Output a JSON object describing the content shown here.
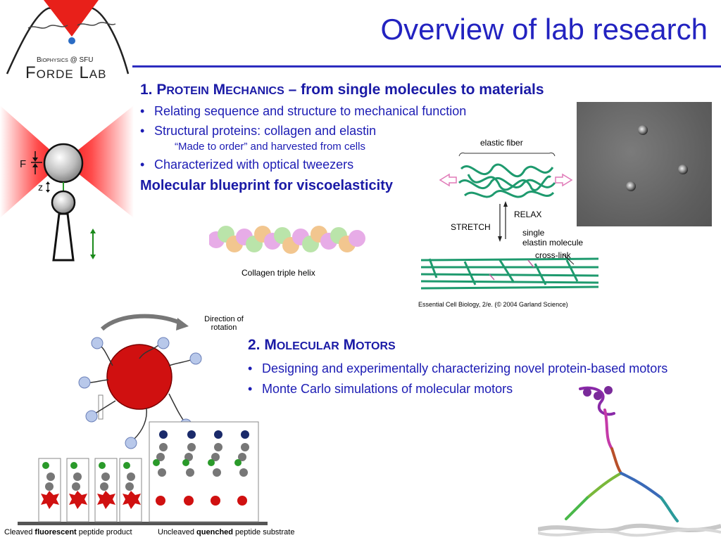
{
  "logo": {
    "small_text": "Biophysics @ SFU",
    "big_text": "Forde Lab"
  },
  "title": "Overview of lab research",
  "tweezers": {
    "f_label": "F",
    "z_label": "z"
  },
  "section1": {
    "number": "1.",
    "head_P": "P",
    "head_rotein": "ROTEIN",
    "head_M": "M",
    "head_echanics": "ECHANICS",
    "head_rest": "– from single molecules to materials",
    "bullets": [
      "Relating sequence and structure to mechanical function",
      "Structural proteins:  collagen and elastin",
      "Characterized with optical tweezers"
    ],
    "sub_note": "“Made to order” and harvested from cells",
    "blueprint": "Molecular blueprint for viscoelasticity",
    "collagen_caption": "Collagen triple helix"
  },
  "elastin_figure": {
    "elastic_fiber": "elastic fiber",
    "relax": "RELAX",
    "stretch": "STRETCH",
    "single": "single",
    "elastin_molecule": "elastin molecule",
    "cross_link": "cross-link",
    "credit": "Essential Cell Biology, 2/e. (© 2004 Garland Science)"
  },
  "motor_figure": {
    "direction_line1": "Direction of",
    "direction_line2": "rotation",
    "cleaved_prefix": "Cleaved ",
    "cleaved_bold": "fluorescent",
    "cleaved_suffix": " peptide product",
    "uncleaved_prefix": "Uncleaved ",
    "uncleaved_bold": "quenched",
    "uncleaved_suffix": " peptide substrate"
  },
  "section2": {
    "number": "2.",
    "head_M": "M",
    "head_olecular": "OLECULAR",
    "head_M2": "M",
    "head_otors": "OTORS",
    "bullets": [
      "Designing and experimentally characterizing novel protein-based motors",
      "Monte Carlo simulations of molecular motors"
    ]
  },
  "colors": {
    "title_blue": "#2323c0",
    "laser_red": "#ee2222",
    "motor_red": "#d01010",
    "green_arrow": "#1a8a1a"
  }
}
